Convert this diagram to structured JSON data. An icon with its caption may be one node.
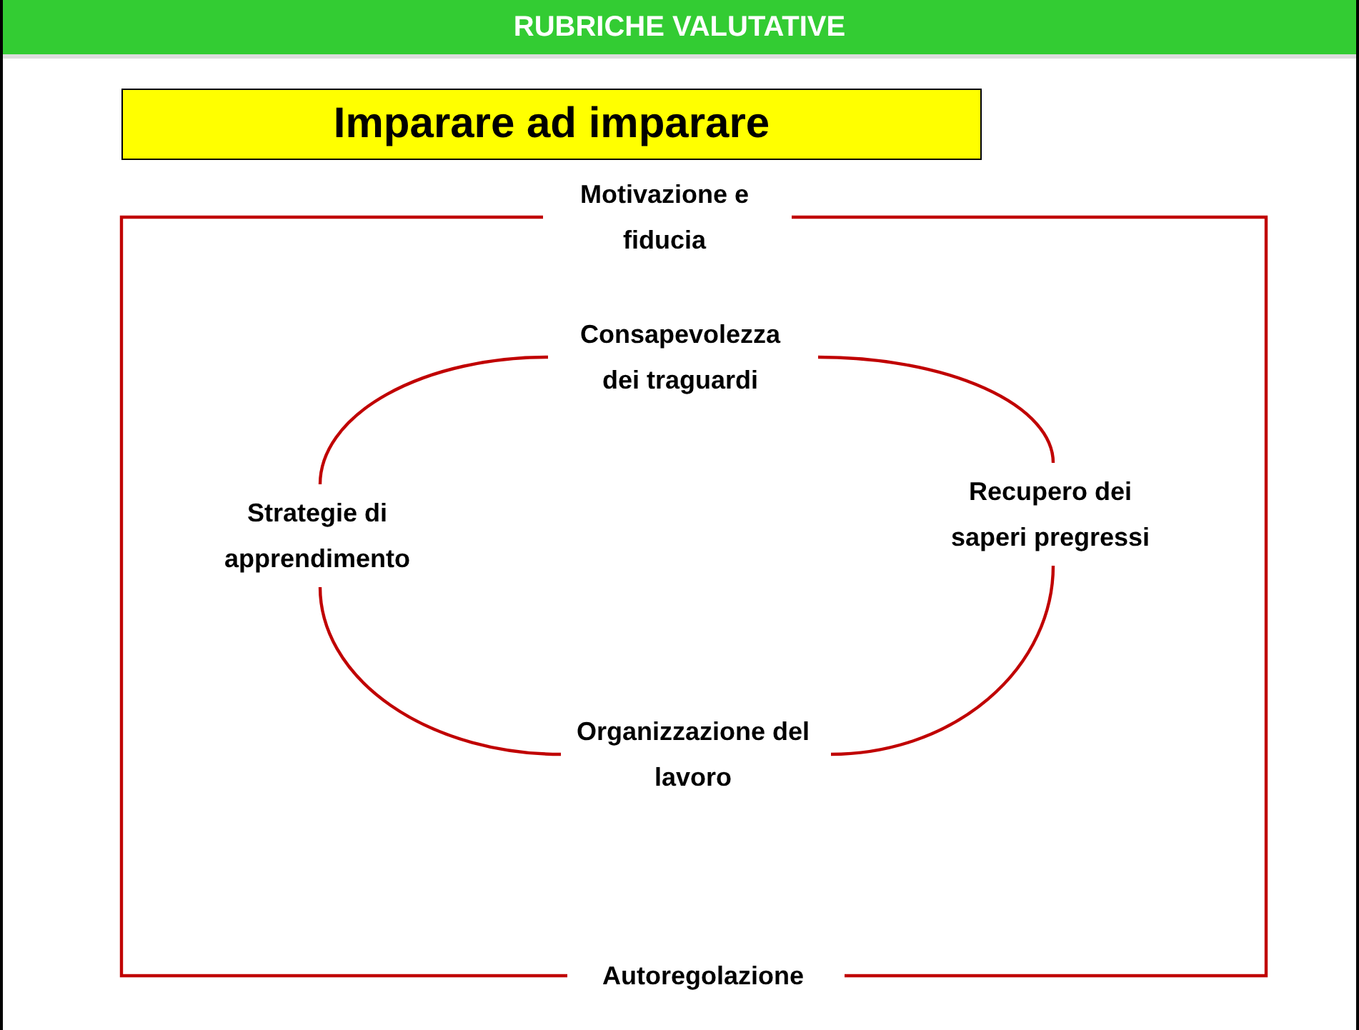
{
  "diagram": {
    "title": "RUBRICHE VALUTATIVE",
    "nodes": [
      {
        "text": [
          "Imparare ad imparare"
        ]
      },
      {
        "text": [
          "Motivazione e fiducia"
        ]
      },
      {
        "text": [
          "Consapevolezza dei traguardi"
        ]
      },
      {
        "text": [
          "Strategie di apprendimento"
        ]
      },
      {
        "text": [
          "Recupero dei saperi pregressi"
        ]
      },
      {
        "text": [
          "Organizzazione del lavoro"
        ]
      },
      {
        "text": [
          "Autoregolazione"
        ]
      }
    ],
    "edges": [
      {
        "from": 1,
        "to": 6,
        "arrow": "none"
      },
      {
        "from": 1,
        "to": 6,
        "arrow": "none"
      },
      {
        "from": 2,
        "to": 3,
        "arrow": "none"
      },
      {
        "from": 2,
        "to": 4,
        "arrow": "none"
      },
      {
        "from": 4,
        "to": 5,
        "arrow": "none"
      },
      {
        "from": 5,
        "to": 3,
        "arrow": "none"
      }
    ]
  }
}
